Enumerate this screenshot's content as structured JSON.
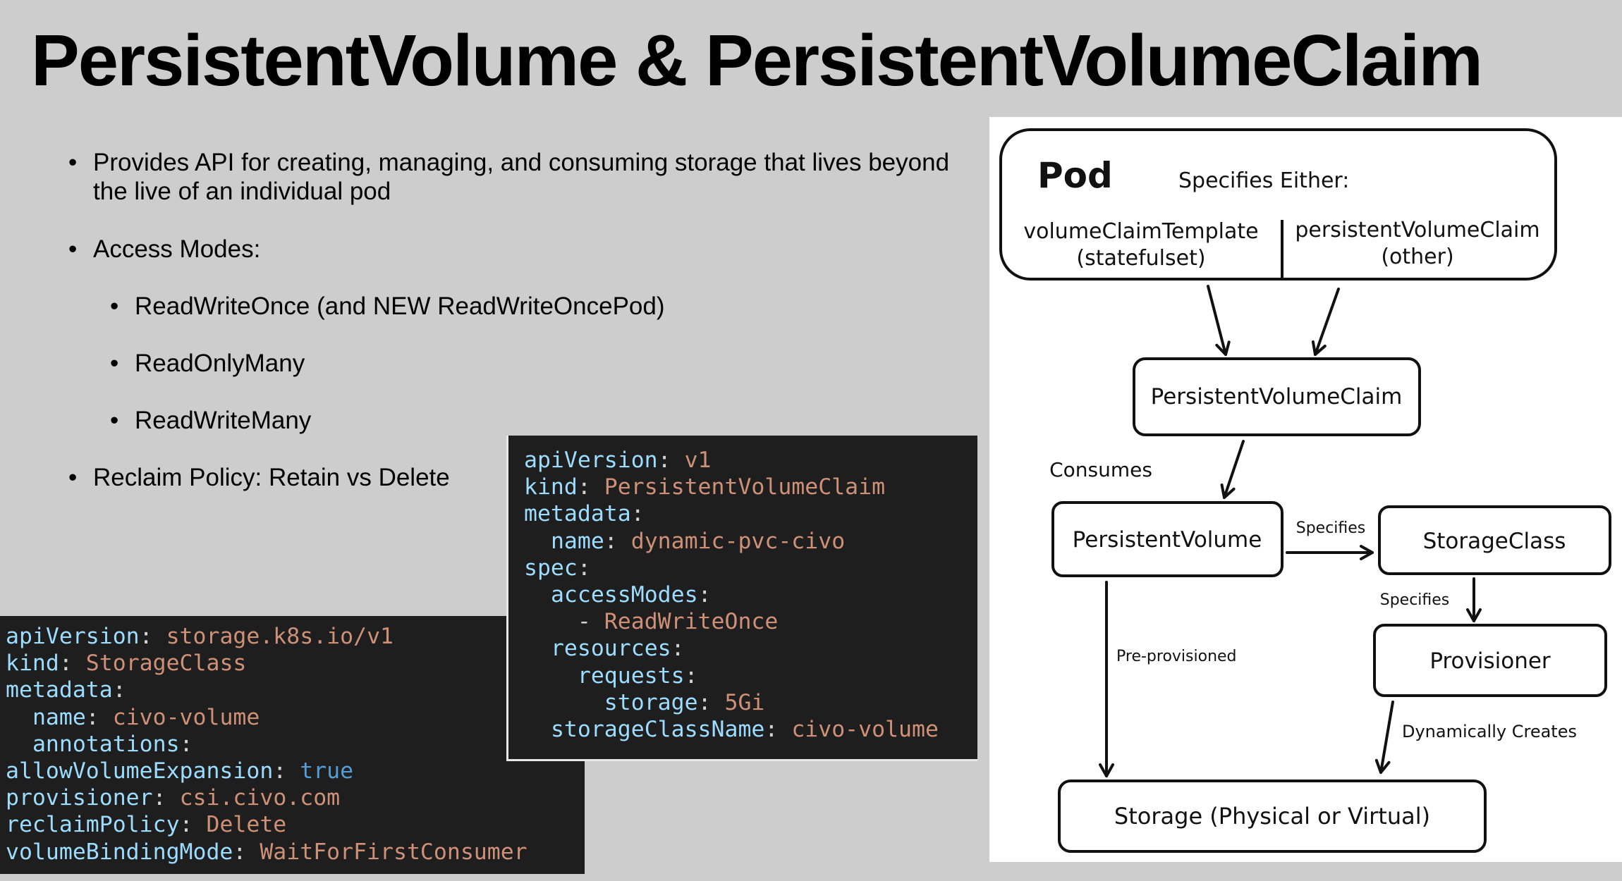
{
  "title": "PersistentVolume & PersistentVolumeClaim",
  "bullets": [
    "Provides API for creating, managing, and consuming storage that lives beyond the live of an individual pod",
    "Access Modes:",
    "ReadWriteOnce (and NEW ReadWriteOncePod)",
    "ReadOnlyMany",
    "ReadWriteMany",
    "Reclaim Policy: Retain vs Delete"
  ],
  "storage_class_yaml": {
    "apiVersion_key": "apiVersion",
    "apiVersion": "storage.k8s.io/v1",
    "kind_key": "kind",
    "kind": "StorageClass",
    "metadata_key": "metadata",
    "name_key": "name",
    "name": "civo-volume",
    "annotations_key": "annotations",
    "allowVolumeExpansion_key": "allowVolumeExpansion",
    "allowVolumeExpansion": "true",
    "provisioner_key": "provisioner",
    "provisioner": "csi.civo.com",
    "reclaimPolicy_key": "reclaimPolicy",
    "reclaimPolicy": "Delete",
    "volumeBindingMode_key": "volumeBindingMode",
    "volumeBindingMode": "WaitForFirstConsumer"
  },
  "pvc_yaml": {
    "apiVersion_key": "apiVersion",
    "apiVersion": "v1",
    "kind_key": "kind",
    "kind": "PersistentVolumeClaim",
    "metadata_key": "metadata",
    "name_key": "name",
    "name": "dynamic-pvc-civo",
    "spec_key": "spec",
    "accessModes_key": "accessModes",
    "accessMode": "ReadWriteOnce",
    "resources_key": "resources",
    "requests_key": "requests",
    "storage_key": "storage",
    "storage": "5Gi",
    "storageClassName_key": "storageClassName",
    "storageClassName": "civo-volume"
  },
  "diagram": {
    "pod": "Pod",
    "specifies_either": "Specifies Either:",
    "volume_claim_template": "volumeClaimTemplate",
    "statefulset": "(statefulset)",
    "persistent_volume_claim_opt": "persistentVolumeClaim",
    "other": "(other)",
    "pvc": "PersistentVolumeClaim",
    "consumes": "Consumes",
    "pv": "PersistentVolume",
    "specifies_1": "Specifies",
    "storage_class": "StorageClass",
    "specifies_2": "Specifies",
    "provisioner": "Provisioner",
    "pre_provisioned": "Pre-provisioned",
    "dynamically_creates": "Dynamically Creates",
    "storage": "Storage (Physical or Virtual)"
  }
}
